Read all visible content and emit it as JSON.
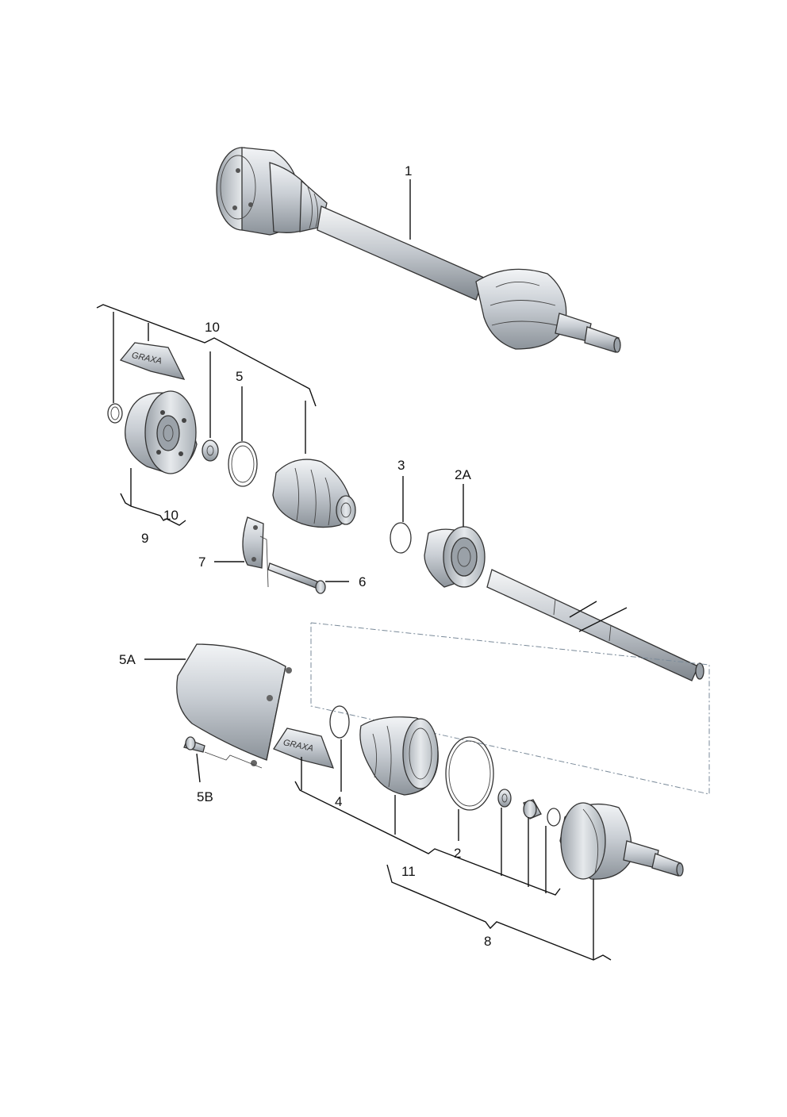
{
  "labels": {
    "p1": "1",
    "p10a": "10",
    "p5": "5",
    "p3": "3",
    "p2A": "2A",
    "p10b": "10",
    "p9": "9",
    "p7": "7",
    "p6": "6",
    "p5A": "5A",
    "p5B": "5B",
    "p4": "4",
    "p2": "2",
    "p11": "11",
    "p8": "8"
  },
  "packets": {
    "grease_top": "GRAXA",
    "grease_bottom": "GRAXA"
  },
  "colors": {
    "part_fill_light": "#e3e6ea",
    "part_fill_mid": "#c4c9cf",
    "part_fill_dark": "#8e959c",
    "line": "#111111",
    "dash": "#7a8a99"
  }
}
